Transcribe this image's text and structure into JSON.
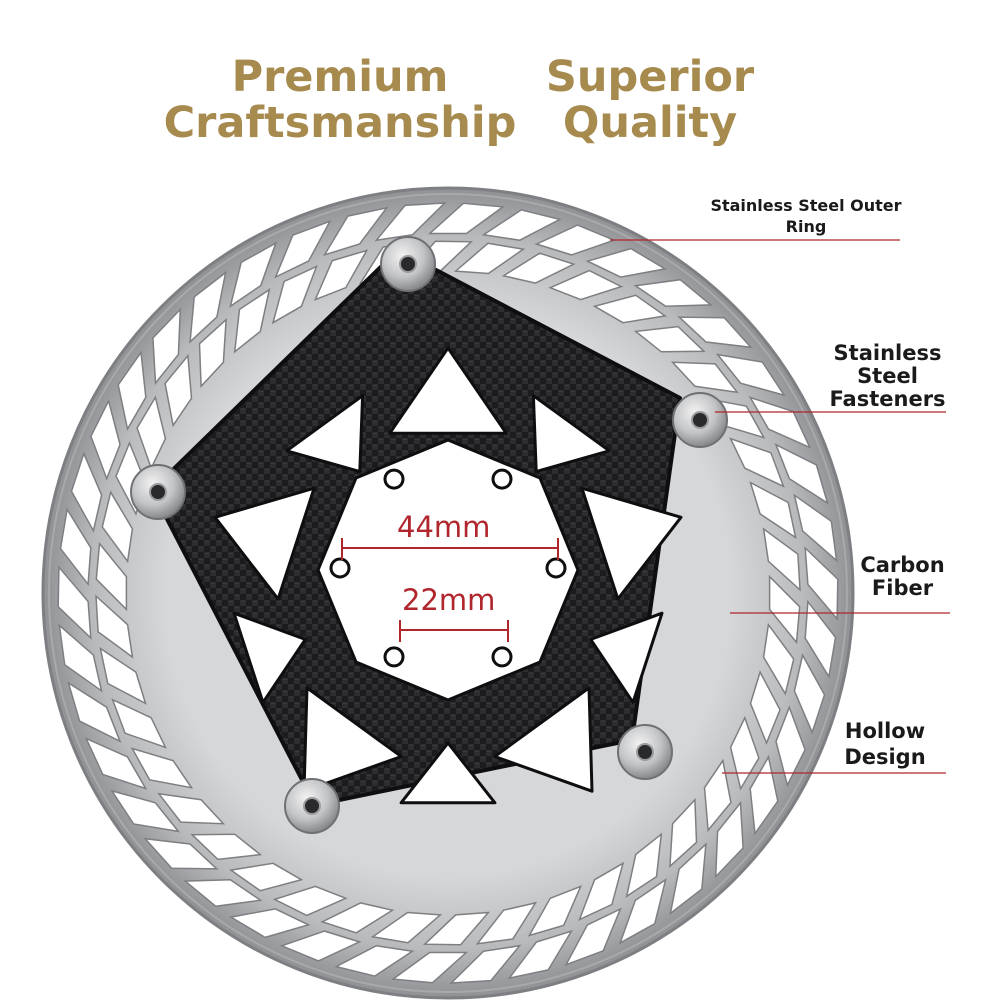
{
  "headline": {
    "left_lines": [
      "Premium",
      "Craftsmanship"
    ],
    "right_lines": [
      "Superior",
      "Quality"
    ],
    "color": "#a68a4e"
  },
  "callouts": {
    "outer_ring": [
      "Stainless Steel Outer",
      "Ring"
    ],
    "fasteners": [
      "Stainless",
      "Steel",
      "Fasteners"
    ],
    "carbon_fiber": [
      "Carbon",
      "Fiber"
    ],
    "hollow_design": [
      "Hollow",
      "Design"
    ]
  },
  "dimensions": {
    "outer_bolt": "44mm",
    "inner_bolt": "22mm",
    "color": "#b0262c"
  },
  "colors": {
    "steel": "#c9cacb",
    "steel_dark": "#8f9194",
    "carbon": "#1c1c1e",
    "leader_line": "#b0262c"
  },
  "icons": [
    "brake-rotor-illustration",
    "rivet-icon"
  ]
}
